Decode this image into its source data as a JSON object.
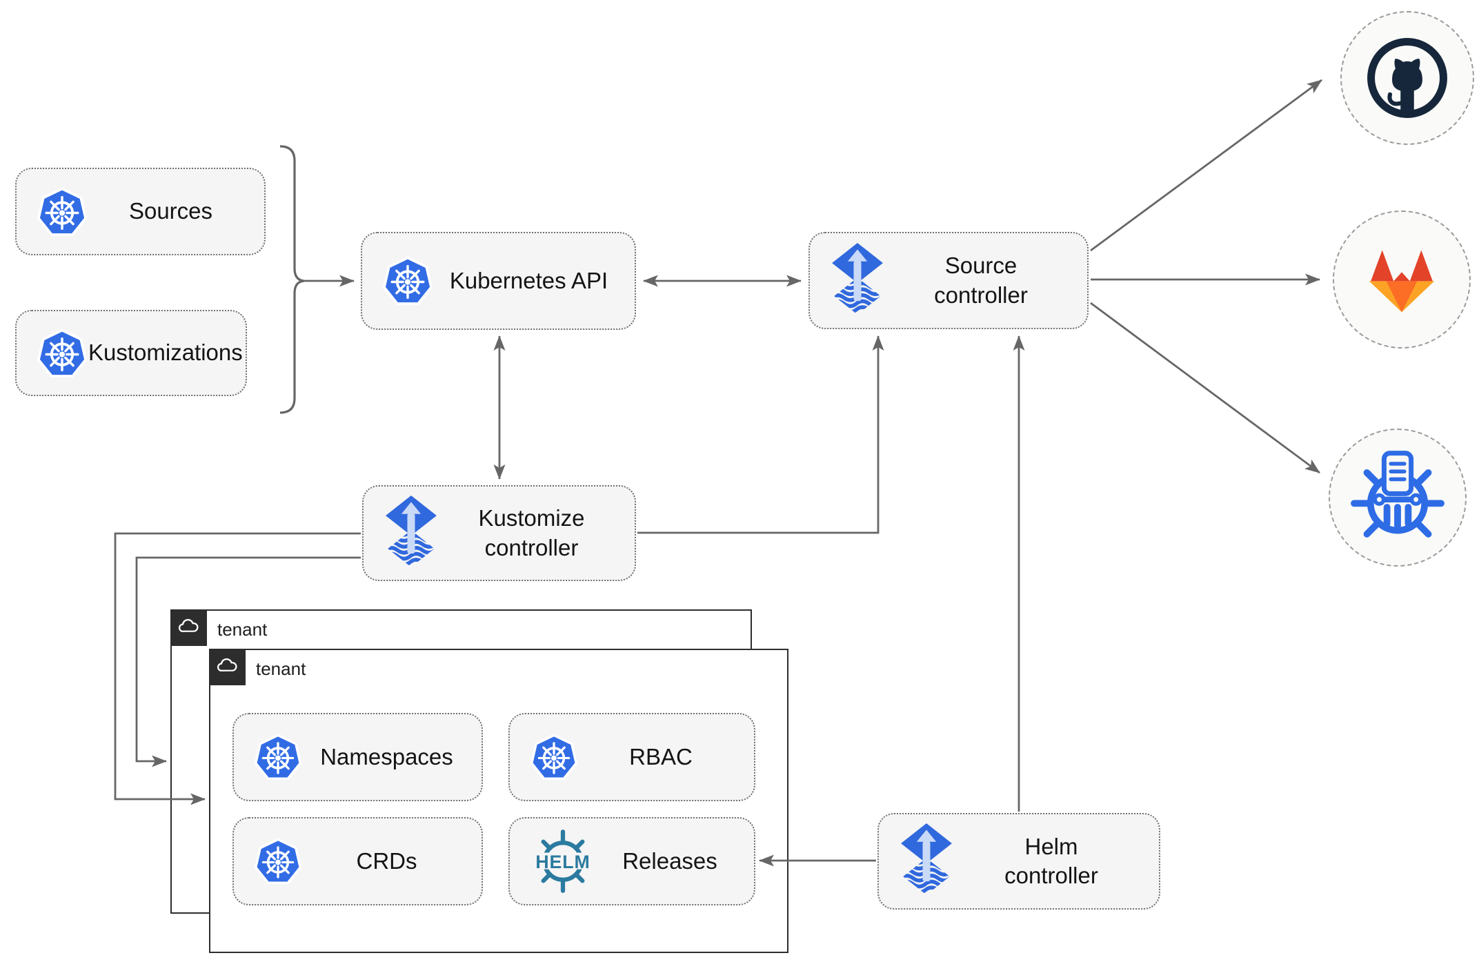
{
  "nodes": {
    "sources": "Sources",
    "kustomizations": "Kustomizations",
    "kubernetes_api": "Kubernetes API",
    "source_controller": "Source\ncontroller",
    "kustomize_controller": "Kustomize\ncontroller",
    "helm_controller": "Helm\ncontroller",
    "tenant_outer": "tenant",
    "tenant_inner": "tenant",
    "namespaces": "Namespaces",
    "rbac": "RBAC",
    "crds": "CRDs",
    "releases": "Releases"
  },
  "icons": {
    "helm_logo_text": "HELM",
    "names": [
      "kubernetes-icon",
      "flux-icon",
      "helm-icon",
      "github-icon",
      "gitlab-icon",
      "helm-repository-icon",
      "cloud-icon"
    ]
  },
  "colors": {
    "node_fill": "#f5f5f5",
    "connector": "#666666",
    "kubernetes_blue": "#326ce5",
    "flux_blue": "#3068dd",
    "flux_light": "#c9daf8",
    "helm_teal": "#2b7a9f",
    "github_dark": "#16273b",
    "gitlab_red": "#e24329",
    "gitlab_orange": "#fc6d26",
    "gitlab_yellow": "#fca326",
    "chart_repo_blue": "#2e6ce6",
    "tenant_dark": "#2d2d2d"
  }
}
